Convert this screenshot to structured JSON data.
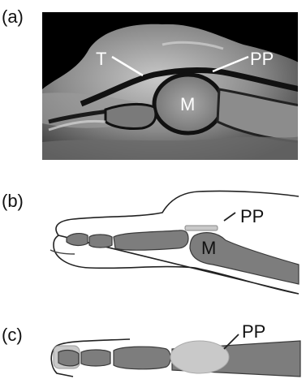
{
  "panels": {
    "a": {
      "letter": "(a)",
      "labels": {
        "tendon": "T",
        "plate": "PP",
        "head": "M"
      }
    },
    "b": {
      "letter": "(b)",
      "labels": {
        "plate": "PP",
        "head": "M"
      }
    },
    "c": {
      "letter": "(c)",
      "labels": {
        "plate": "PP"
      }
    }
  },
  "colors": {
    "bone": "#7d7d7d",
    "bone_outline": "#3a3a3a",
    "soft_tissue_outline": "#222222",
    "plate_highlight": "#c9c9c9",
    "mri_background": "#000000"
  }
}
